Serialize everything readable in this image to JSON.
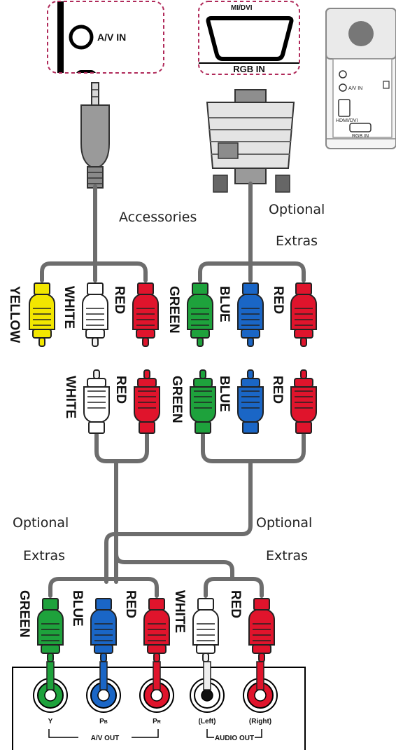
{
  "ports": {
    "av_in": "A/V IN",
    "rgb_in": "RGB IN",
    "dvi_partial": "MI/DVI"
  },
  "projector": {
    "av_in": "A/V IN",
    "hdmi": "HDMI/DVI",
    "rgb_in": "RGB IN"
  },
  "captions": {
    "accessories": "Accessories",
    "optional_top_1": "Optional",
    "optional_top_2": "Extras",
    "optional_left_1": "Optional",
    "optional_left_2": "Extras",
    "optional_right_1": "Optional",
    "optional_right_2": "Extras"
  },
  "plug_labels": {
    "row1": [
      "YELLOW",
      "WHITE",
      "RED",
      "GREEN",
      "BLUE",
      "RED"
    ],
    "row2": [
      "WHITE",
      "RED",
      "GREEN",
      "BLUE",
      "RED"
    ],
    "row3": [
      "GREEN",
      "BLUE",
      "RED",
      "WHITE",
      "RED"
    ]
  },
  "jacks": {
    "y": "Y",
    "pb_main": "P",
    "pb_sub": "B",
    "pr_main": "P",
    "pr_sub": "R",
    "left": "(Left)",
    "right": "(Right)",
    "av_out": "A/V OUT",
    "audio_out": "AUDIO OUT"
  },
  "colors": {
    "yellow": "#f2e600",
    "white": "#ffffff",
    "red": "#e0142c",
    "green": "#1ea23c",
    "blue": "#1a66c6",
    "cable": "#6d6d6d",
    "highlight": "#b02a5a"
  }
}
